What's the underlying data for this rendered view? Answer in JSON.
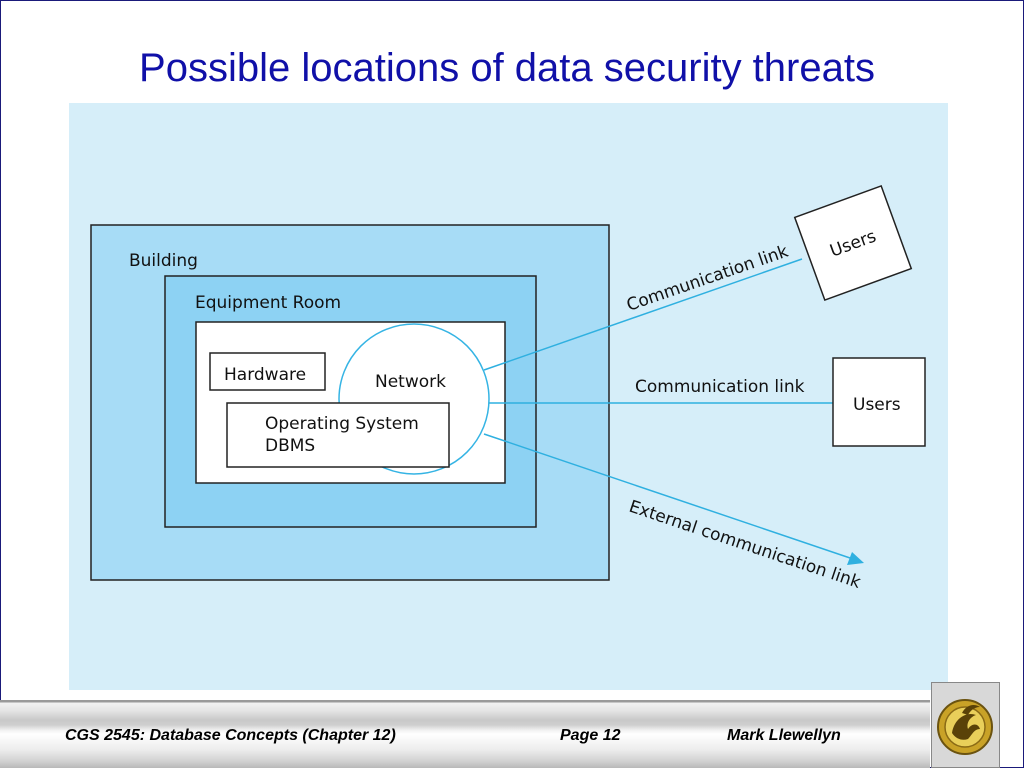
{
  "slide": {
    "title": "Possible locations of data security threats"
  },
  "diagram": {
    "building_label": "Building",
    "equipment_room_label": "Equipment Room",
    "hardware_label": "Hardware",
    "network_label": "Network",
    "os_label": "Operating System",
    "dbms_label": "DBMS",
    "link_top_label": "Communication link",
    "link_mid_label": "Communication link",
    "link_external_label": "External communication link",
    "users_top_label": "Users",
    "users_mid_label": "Users",
    "colors": {
      "background": "#d6eef9",
      "building": "#a7dcf6",
      "equipment_room": "#8dd2f3",
      "link": "#2fb0e0"
    }
  },
  "footer": {
    "course": "CGS 2545: Database Concepts  (Chapter 12)",
    "page": "Page 12",
    "author": "Mark Llewellyn",
    "logo_icon": "pegasus-logo-icon"
  }
}
